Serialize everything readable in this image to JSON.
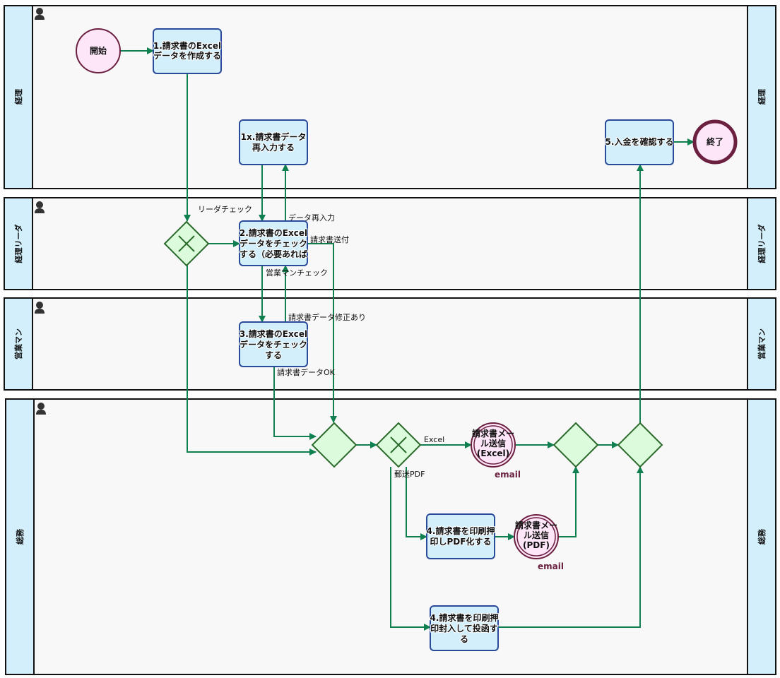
{
  "lanes": [
    {
      "label": "経理"
    },
    {
      "label": "経理リーダ"
    },
    {
      "label": "営業マン"
    },
    {
      "label": "総務"
    }
  ],
  "events": {
    "start": "開始",
    "end": "終了"
  },
  "tasks": {
    "t1": [
      "1.請求書のExcel",
      "データを作成する"
    ],
    "t1x": [
      "1x.請求書データ",
      "再入力する"
    ],
    "t2": [
      "2.請求書のExcel",
      "データをチェック",
      "する（必要あれば"
    ],
    "t3": [
      "3.請求書のExcel",
      "データをチェック",
      "する"
    ],
    "t4a": [
      "4.請求書を印刷押",
      "印しPDF化する"
    ],
    "t4b": [
      "4.請求書を印刷押",
      "印封入して投函す",
      "る"
    ],
    "t5": [
      "5.入金を確認する"
    ]
  },
  "email_events": {
    "excel": [
      "請求書メー",
      "ル送信",
      "(Excel)"
    ],
    "pdf": [
      "請求書メー",
      "ル送信",
      "(PDF)"
    ],
    "marker": "email"
  },
  "edge_labels": {
    "leader_check": "リーダチェック",
    "reinput": "データ再入力",
    "send_invoice": "請求書送付",
    "sales_check": "営業マンチェック",
    "fix_needed": "請求書データ修正あり",
    "data_ok": "請求書データOK",
    "excel": "Excel",
    "postal_pdf": "郵送PDF"
  },
  "colors": {
    "lane_header": "#d2effb",
    "task_fill": "#d2effb",
    "gateway_fill": "#dcfadc",
    "edge": "#108050",
    "event_stroke": "#6b2040"
  }
}
